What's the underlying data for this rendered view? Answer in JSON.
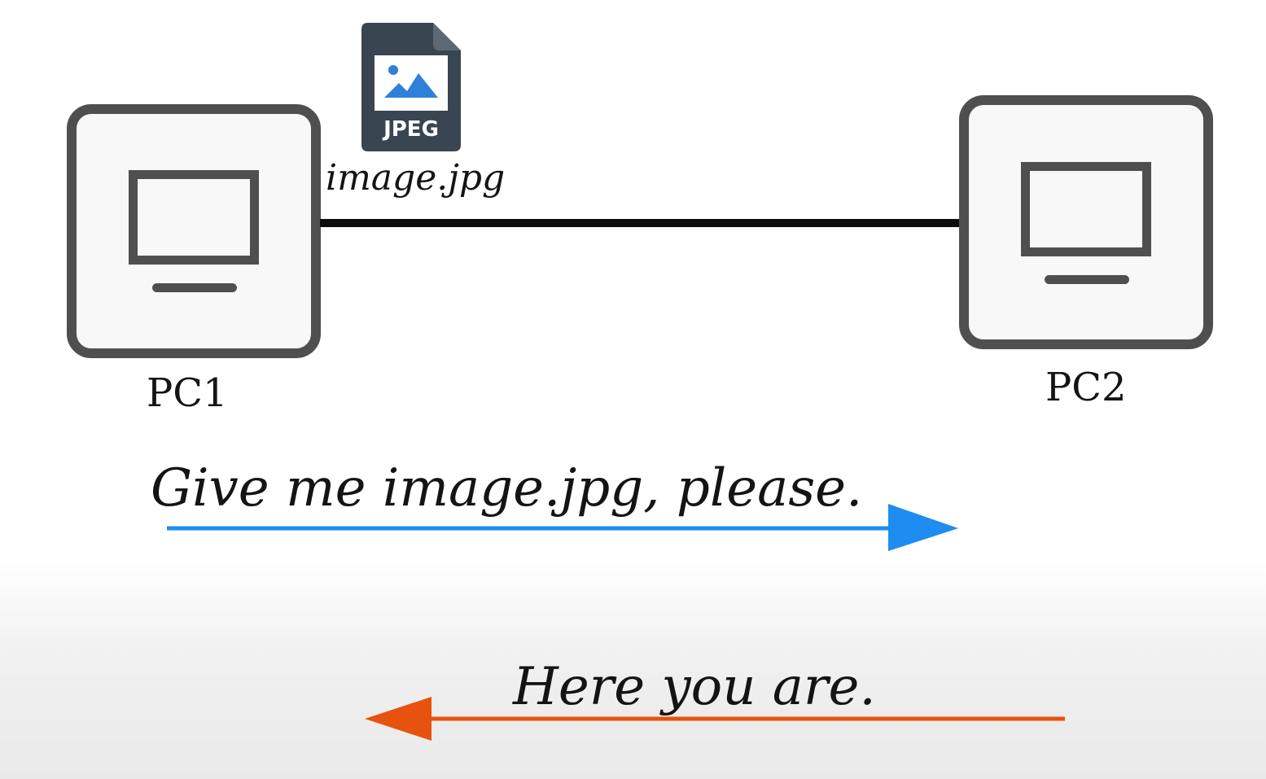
{
  "nodes": {
    "pc1": {
      "label": "PC1",
      "icon": "computer-monitor-icon"
    },
    "pc2": {
      "label": "PC2",
      "icon": "computer-monitor-icon"
    }
  },
  "file": {
    "name": "image.jpg",
    "badge": "JPEG",
    "icon": "jpeg-file-icon"
  },
  "messages": {
    "request": {
      "text": "Give me image.jpg, please.",
      "direction": "PC1 to PC2",
      "color": "#1e8cf0"
    },
    "reply": {
      "text": "Here you are.",
      "direction": "PC2 to PC1",
      "color": "#e8520f"
    }
  },
  "colors": {
    "node_border": "#4f4f4f",
    "link": "#0d0d0d",
    "file_icon_body": "#3a4552",
    "file_icon_image": "#2f80d8"
  }
}
